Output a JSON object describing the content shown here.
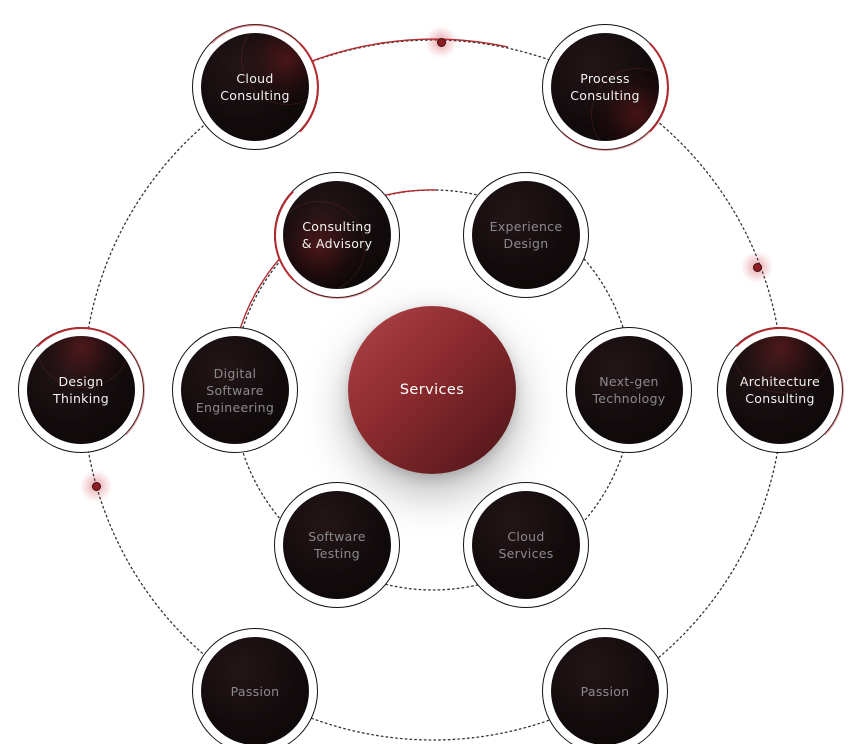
{
  "center": {
    "label": "Services",
    "color_light": "#b04448",
    "color_dark": "#4a1417"
  },
  "inner_ring": [
    {
      "id": "consulting-advisory",
      "label": "Consulting & Advisory",
      "lines": [
        "Consulting",
        "& Advisory"
      ],
      "highlight": true
    },
    {
      "id": "experience-design",
      "label": "Experience Design",
      "lines": [
        "Experience",
        "Design"
      ],
      "highlight": false
    },
    {
      "id": "next-gen-technology",
      "label": "Next-gen Technology",
      "lines": [
        "Next-gen",
        "Technology"
      ],
      "highlight": false
    },
    {
      "id": "cloud-services",
      "label": "Cloud Services",
      "lines": [
        "Cloud",
        "Services"
      ],
      "highlight": false
    },
    {
      "id": "software-testing",
      "label": "Software Testing",
      "lines": [
        "Software",
        "Testing"
      ],
      "highlight": false
    },
    {
      "id": "digital-software-engineering",
      "label": "Digital Software Engineering",
      "lines": [
        "Digital",
        "Software",
        "Engineering"
      ],
      "highlight": false
    }
  ],
  "outer_ring": [
    {
      "id": "cloud-consulting",
      "label": "Cloud Consulting",
      "lines": [
        "Cloud",
        "Consulting"
      ],
      "highlight": true
    },
    {
      "id": "process-consulting",
      "label": "Process Consulting",
      "lines": [
        "Process",
        "Consulting"
      ],
      "highlight": true
    },
    {
      "id": "architecture-consulting",
      "label": "Architecture Consulting",
      "lines": [
        "Architecture",
        "Consulting"
      ],
      "highlight": true
    },
    {
      "id": "passion-right",
      "label": "Passion",
      "lines": [
        "Passion"
      ],
      "highlight": false
    },
    {
      "id": "passion-left",
      "label": "Passion",
      "lines": [
        "Passion"
      ],
      "highlight": false
    },
    {
      "id": "design-thinking",
      "label": "Design Thinking",
      "lines": [
        "Design",
        "Thinking"
      ],
      "highlight": true
    }
  ],
  "colors": {
    "accent": "#b32a2f",
    "node_fill": "#120b0c",
    "node_ring": "#111111",
    "label_bright": "#f2f2f2",
    "label_dim": "#8a8a8a",
    "dotted_line": "#333333"
  }
}
